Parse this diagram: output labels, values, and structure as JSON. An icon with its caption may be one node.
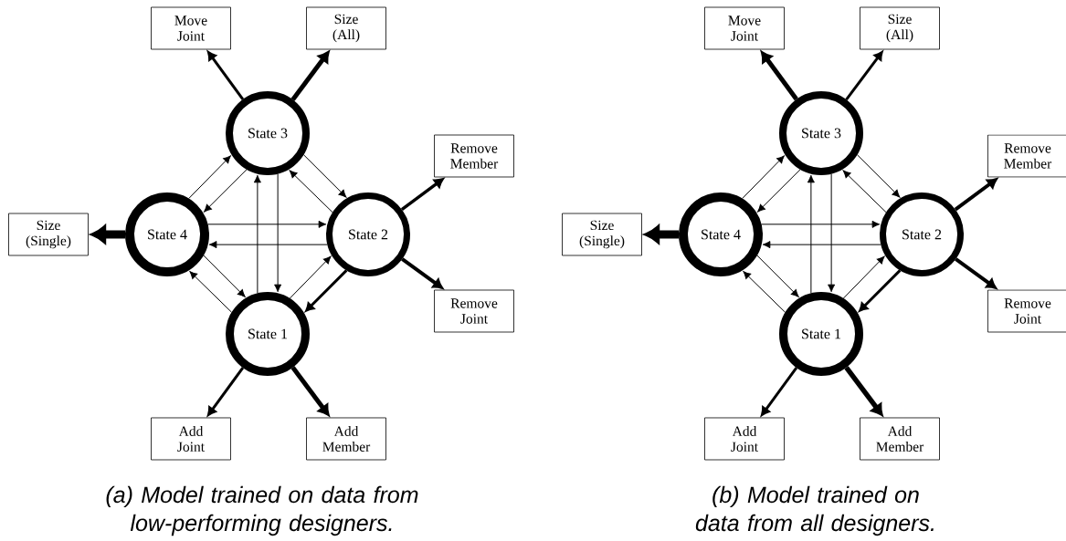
{
  "diagram": {
    "nodes": [
      {
        "text": [
          "Move Joint"
        ]
      },
      {
        "text": [
          "Size (All)"
        ]
      },
      {
        "text": [
          "State 3"
        ]
      },
      {
        "text": [
          "Remove Member"
        ]
      },
      {
        "text": [
          "Size (Single)"
        ]
      },
      {
        "text": [
          "State 4"
        ]
      },
      {
        "text": [
          "State 2"
        ]
      },
      {
        "text": [
          "Remove Joint"
        ]
      },
      {
        "text": [
          "State 1"
        ]
      },
      {
        "text": [
          "Add Joint"
        ]
      },
      {
        "text": [
          "Add Member"
        ]
      },
      {
        "text": [
          "Move Joint"
        ]
      },
      {
        "text": [
          "Size (All)"
        ]
      },
      {
        "text": [
          "State 3"
        ]
      },
      {
        "text": [
          "Remove Member"
        ]
      },
      {
        "text": [
          "Size (Single)"
        ]
      },
      {
        "text": [
          "State 4"
        ]
      },
      {
        "text": [
          "State 2"
        ]
      },
      {
        "text": [
          "Remove Joint"
        ]
      },
      {
        "text": [
          "State 1"
        ]
      },
      {
        "text": [
          "Add Joint"
        ]
      },
      {
        "text": [
          "Add Member"
        ]
      }
    ],
    "edges": [
      {
        "from": 2,
        "to": 6,
        "arrow": "to"
      },
      {
        "from": 6,
        "to": 2,
        "arrow": "to"
      },
      {
        "from": 2,
        "to": 5,
        "arrow": "to"
      },
      {
        "from": 5,
        "to": 2,
        "arrow": "to"
      },
      {
        "from": 2,
        "to": 8,
        "arrow": "to"
      },
      {
        "from": 8,
        "to": 2,
        "arrow": "to"
      },
      {
        "from": 5,
        "to": 6,
        "arrow": "to"
      },
      {
        "from": 6,
        "to": 5,
        "arrow": "to"
      },
      {
        "from": 5,
        "to": 8,
        "arrow": "to"
      },
      {
        "from": 8,
        "to": 5,
        "arrow": "to"
      },
      {
        "from": 6,
        "to": 8,
        "arrow": "to",
        "style": "thick"
      },
      {
        "from": 8,
        "to": 6,
        "arrow": "to"
      },
      {
        "from": 2,
        "to": 0,
        "arrow": "to",
        "style": "thick"
      },
      {
        "from": 2,
        "to": 1,
        "arrow": "to",
        "style": "thick"
      },
      {
        "from": 6,
        "to": 3,
        "arrow": "to",
        "style": "thick"
      },
      {
        "from": 6,
        "to": 7,
        "arrow": "to",
        "style": "thick"
      },
      {
        "from": 5,
        "to": 4,
        "arrow": "to",
        "style": "thick"
      },
      {
        "from": 8,
        "to": 9,
        "arrow": "to",
        "style": "thick"
      },
      {
        "from": 8,
        "to": 10,
        "arrow": "to",
        "style": "thick"
      },
      {
        "from": 13,
        "to": 17,
        "arrow": "to"
      },
      {
        "from": 17,
        "to": 13,
        "arrow": "to"
      },
      {
        "from": 13,
        "to": 16,
        "arrow": "to"
      },
      {
        "from": 16,
        "to": 13,
        "arrow": "to"
      },
      {
        "from": 13,
        "to": 19,
        "arrow": "to"
      },
      {
        "from": 19,
        "to": 13,
        "arrow": "to"
      },
      {
        "from": 16,
        "to": 17,
        "arrow": "to"
      },
      {
        "from": 17,
        "to": 16,
        "arrow": "to"
      },
      {
        "from": 16,
        "to": 19,
        "arrow": "to"
      },
      {
        "from": 19,
        "to": 16,
        "arrow": "to"
      },
      {
        "from": 17,
        "to": 19,
        "arrow": "to",
        "style": "thick"
      },
      {
        "from": 19,
        "to": 17,
        "arrow": "to"
      },
      {
        "from": 13,
        "to": 11,
        "arrow": "to",
        "style": "thick"
      },
      {
        "from": 13,
        "to": 12,
        "arrow": "to",
        "style": "thick"
      },
      {
        "from": 17,
        "to": 14,
        "arrow": "to",
        "style": "thick"
      },
      {
        "from": 17,
        "to": 18,
        "arrow": "to",
        "style": "thick"
      },
      {
        "from": 16,
        "to": 15,
        "arrow": "to",
        "style": "thick"
      },
      {
        "from": 19,
        "to": 20,
        "arrow": "to",
        "style": "thick"
      },
      {
        "from": 19,
        "to": 21,
        "arrow": "to",
        "style": "thick"
      }
    ],
    "labels": [
      "(a) Model trained on data from low-performing designers.",
      "(b) Model trained on data from all designers."
    ]
  }
}
